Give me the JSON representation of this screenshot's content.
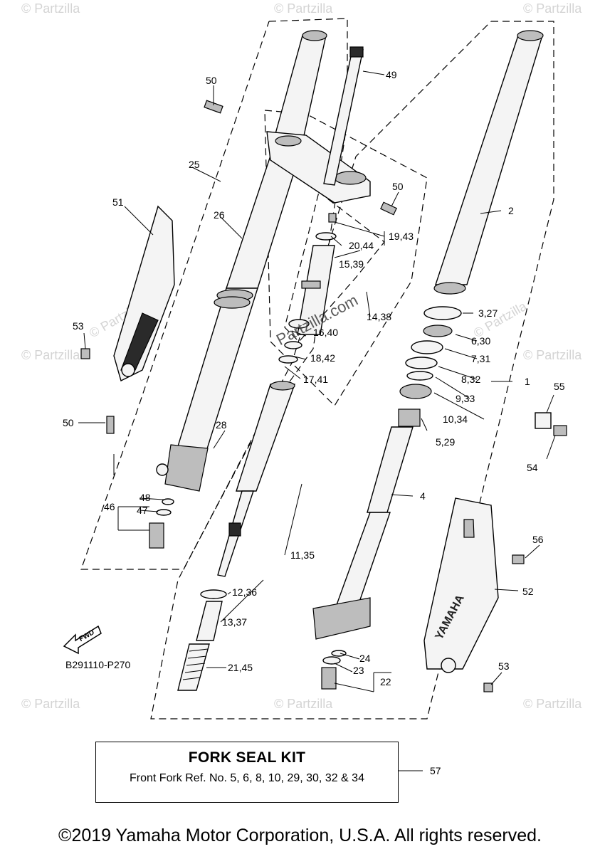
{
  "callouts": [
    {
      "id": "c1",
      "label": "1"
    },
    {
      "id": "c2",
      "label": "2"
    },
    {
      "id": "c3",
      "label": "3,27"
    },
    {
      "id": "c4",
      "label": "4"
    },
    {
      "id": "c5",
      "label": "5,29"
    },
    {
      "id": "c6",
      "label": "6,30"
    },
    {
      "id": "c7",
      "label": "7,31"
    },
    {
      "id": "c8",
      "label": "8,32"
    },
    {
      "id": "c9",
      "label": "9,33"
    },
    {
      "id": "c10",
      "label": "10,34"
    },
    {
      "id": "c11",
      "label": "11,35"
    },
    {
      "id": "c12",
      "label": "12,36"
    },
    {
      "id": "c13",
      "label": "13,37"
    },
    {
      "id": "c14",
      "label": "14,38"
    },
    {
      "id": "c15",
      "label": "15,39"
    },
    {
      "id": "c16",
      "label": "16,40"
    },
    {
      "id": "c17",
      "label": "17,41"
    },
    {
      "id": "c18",
      "label": "18,42"
    },
    {
      "id": "c19",
      "label": "19,43"
    },
    {
      "id": "c20",
      "label": "20,44"
    },
    {
      "id": "c21",
      "label": "21,45"
    },
    {
      "id": "c22",
      "label": "22"
    },
    {
      "id": "c23",
      "label": "23"
    },
    {
      "id": "c24",
      "label": "24"
    },
    {
      "id": "c25",
      "label": "25"
    },
    {
      "id": "c26",
      "label": "26"
    },
    {
      "id": "c28",
      "label": "28"
    },
    {
      "id": "c46",
      "label": "46"
    },
    {
      "id": "c47",
      "label": "47"
    },
    {
      "id": "c48",
      "label": "48"
    },
    {
      "id": "c49",
      "label": "49"
    },
    {
      "id": "c50a",
      "label": "50"
    },
    {
      "id": "c50b",
      "label": "50"
    },
    {
      "id": "c50c",
      "label": "50"
    },
    {
      "id": "c51",
      "label": "51"
    },
    {
      "id": "c52",
      "label": "52"
    },
    {
      "id": "c53a",
      "label": "53"
    },
    {
      "id": "c53b",
      "label": "53"
    },
    {
      "id": "c54",
      "label": "54"
    },
    {
      "id": "c55",
      "label": "55"
    },
    {
      "id": "c56",
      "label": "56"
    },
    {
      "id": "c57",
      "label": "57"
    }
  ],
  "diagram_code": "B291110-P270",
  "fwd_label": "FWD",
  "guard_brand": "YAMAHA",
  "seal_kit": {
    "title": "FORK SEAL KIT",
    "reference": "Front Fork Ref. No. 5, 6, 8, 10, 29, 30, 32 & 34"
  },
  "watermark": "© Partzilla",
  "center_watermark": "Partzilla.com",
  "copyright": "©2019 Yamaha Motor Corporation, U.S.A. All rights reserved."
}
